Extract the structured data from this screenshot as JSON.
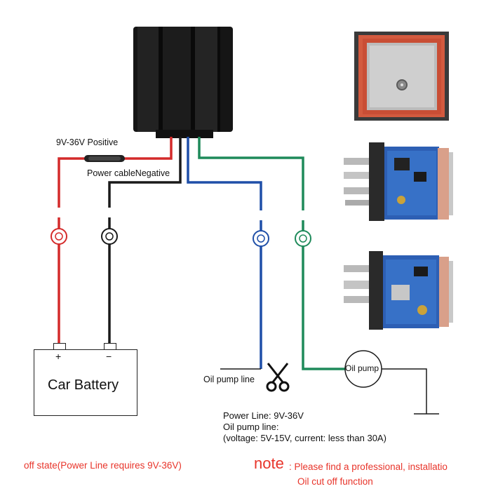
{
  "labels": {
    "positive": "9V-36V Positive",
    "negative": "Power cableNegative",
    "battery": "Car Battery",
    "plus": "+",
    "minus": "−",
    "oil_pump_line": "Oil pump line",
    "oil_pump": "Oil pump",
    "spec_1": "Power Line: 9V-36V",
    "spec_2": "Oil pump line:",
    "spec_3": "(voltage: 5V-15V, current: less than 30A)",
    "bottom_left": "off state(Power Line requires 9V-36V)",
    "note_word": "note",
    "note_text": ": Please find a professional, installatio",
    "note_line2": "Oil cut off function"
  },
  "colors": {
    "red_wire": "#d42a2a",
    "black_wire": "#1a1a1a",
    "blue_wire": "#1f4fa8",
    "green_wire": "#1e8a5a",
    "note_red": "#e8342a"
  },
  "icons": {
    "cut": "scissors-icon",
    "ground": "ground-icon"
  }
}
